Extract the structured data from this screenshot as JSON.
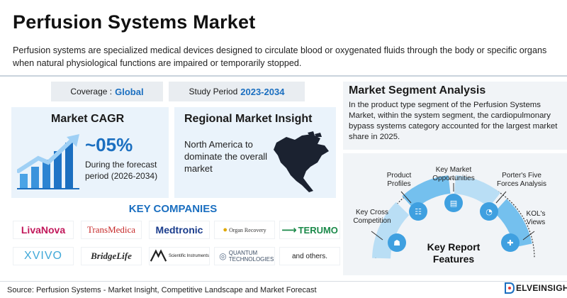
{
  "header": {
    "title": "Perfusion Systems Market",
    "description": "Perfusion systems are specialized medical devices designed to circulate blood or oxygenated fluids through the body or specific organs when natural physiological functions are impaired or temporarily stopped."
  },
  "coverage": {
    "label": "Coverage :",
    "value": "Global"
  },
  "study_period": {
    "label": "Study Period",
    "value": "2023-2034"
  },
  "market_cagr": {
    "title": "Market CAGR",
    "value": "~05%",
    "subtitle": "During the forecast period (2026-2034)"
  },
  "regional": {
    "title": "Regional Market Insight",
    "text": "North America to dominate the overall market"
  },
  "key_companies": {
    "title": "KEY COMPANIES",
    "logos": [
      "LivaNova",
      "TransMedica",
      "Medtronic",
      "Organ Recovery",
      "TERUMO",
      "XVIVO",
      "BridgeLife",
      "Scientific Instruments",
      "QUANTUM TECHNOLOGIES"
    ],
    "others": "and others."
  },
  "segment_analysis": {
    "title": "Market Segment Analysis",
    "text": "In the product type segment of the Perfusion Systems Market, within the system segment, the cardiopulmonary bypass systems category accounted for the largest market share in 2025."
  },
  "report_features": {
    "center_label": "Key Report Features",
    "items": [
      "Key Cross Competition",
      "Product Profiles",
      "Key Market Opportunities",
      "Porter's Five Forces Analysis",
      "KOL's Views"
    ]
  },
  "footer": {
    "source": "Source: Perfusion Systems - Market Insight, Competitive Landscape and Market Forecast",
    "brand": "ELVEINSIGHT"
  },
  "colors": {
    "accent": "#1b6fc0",
    "card_bg": "#eaf3fb",
    "panel_bg": "#f1f4f7"
  }
}
